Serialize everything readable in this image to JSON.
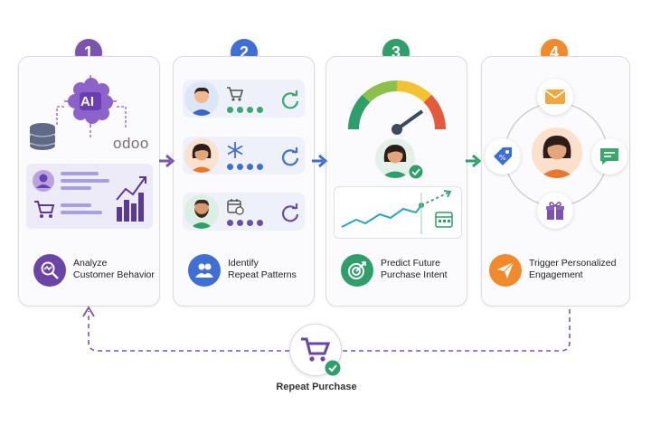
{
  "steps": [
    {
      "number": "1",
      "label_line1": "Analyze",
      "label_line2": "Customer Behavior",
      "color": "#7b54b0"
    },
    {
      "number": "2",
      "label_line1": "Identify",
      "label_line2": "Repeat Patterns",
      "color": "#3f6fd4"
    },
    {
      "number": "3",
      "label_line1": "Predict Future",
      "label_line2": "Purchase Intent",
      "color": "#2e9f6b"
    },
    {
      "number": "4",
      "label_line1": "Trigger Personalized",
      "label_line2": "Engagement",
      "color": "#f08a2c"
    }
  ],
  "card1": {
    "ai_label": "AI",
    "brand": "odoo"
  },
  "card2": {
    "rows": [
      {
        "activity_icon": "cart-icon",
        "status_icon": "refresh-icon",
        "dot_color": "#3aa76d"
      },
      {
        "activity_icon": "snowflake-icon",
        "status_icon": "refresh-icon",
        "dot_color": "#3f6fd4"
      },
      {
        "activity_icon": "calendar-icon",
        "status_icon": "refresh-icon",
        "dot_color": "#6b4fa0"
      }
    ]
  },
  "card4": {
    "channels": [
      "mail-icon",
      "chat-icon",
      "gift-icon",
      "tag-icon"
    ]
  },
  "loop": {
    "label": "Repeat Purchase"
  },
  "colors": {
    "purple": "#7b54b0",
    "blue": "#3f6fd4",
    "green": "#2e9f6b",
    "orange": "#f08a2c"
  }
}
